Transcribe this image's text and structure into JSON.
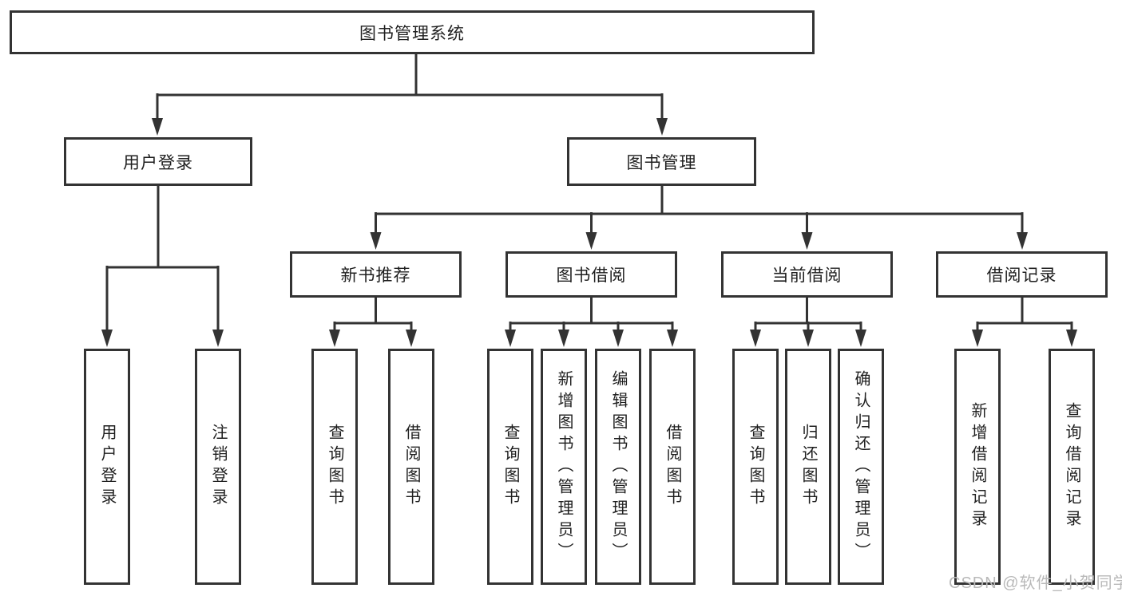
{
  "diagram_title": "图书管理系统",
  "tree": {
    "label": "图书管理系统",
    "children": [
      {
        "label": "用户登录",
        "children": [
          {
            "label": "用户登录"
          },
          {
            "label": "注销登录"
          }
        ]
      },
      {
        "label": "图书管理",
        "children": [
          {
            "label": "新书推荐",
            "children": [
              {
                "label": "查询图书"
              },
              {
                "label": "借阅图书"
              }
            ]
          },
          {
            "label": "图书借阅",
            "children": [
              {
                "label": "查询图书"
              },
              {
                "label": "新增图书（管理员）"
              },
              {
                "label": "编辑图书（管理员）"
              },
              {
                "label": "借阅图书"
              }
            ]
          },
          {
            "label": "当前借阅",
            "children": [
              {
                "label": "查询图书"
              },
              {
                "label": "归还图书"
              },
              {
                "label": "确认归还（管理员）"
              }
            ]
          },
          {
            "label": "借阅记录",
            "children": [
              {
                "label": "新增借阅记录"
              },
              {
                "label": "查询借阅记录"
              }
            ]
          }
        ]
      }
    ]
  },
  "watermark": {
    "text": "CSDN @软件_小贺同学"
  },
  "colors": {
    "line": "#333333",
    "box_border": "#333333",
    "text": "#1f1f1f",
    "background": "#ffffff",
    "watermark": "#b9b9b9"
  }
}
